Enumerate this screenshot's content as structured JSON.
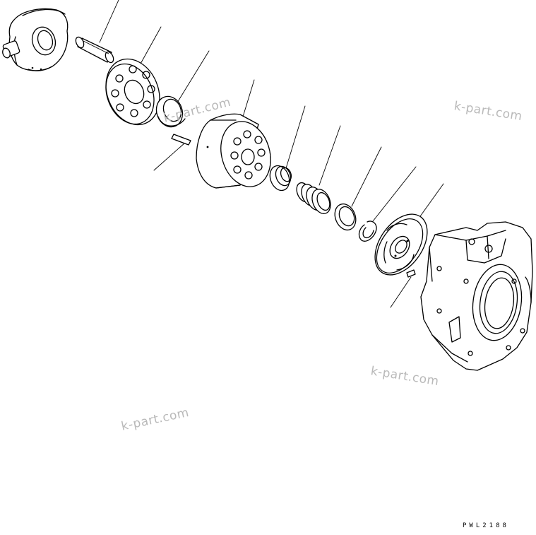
{
  "watermarks": [
    "k-part.com",
    "k-part.com",
    "k-part.com",
    "k-part.com"
  ],
  "drawing_code": "PWL2188"
}
